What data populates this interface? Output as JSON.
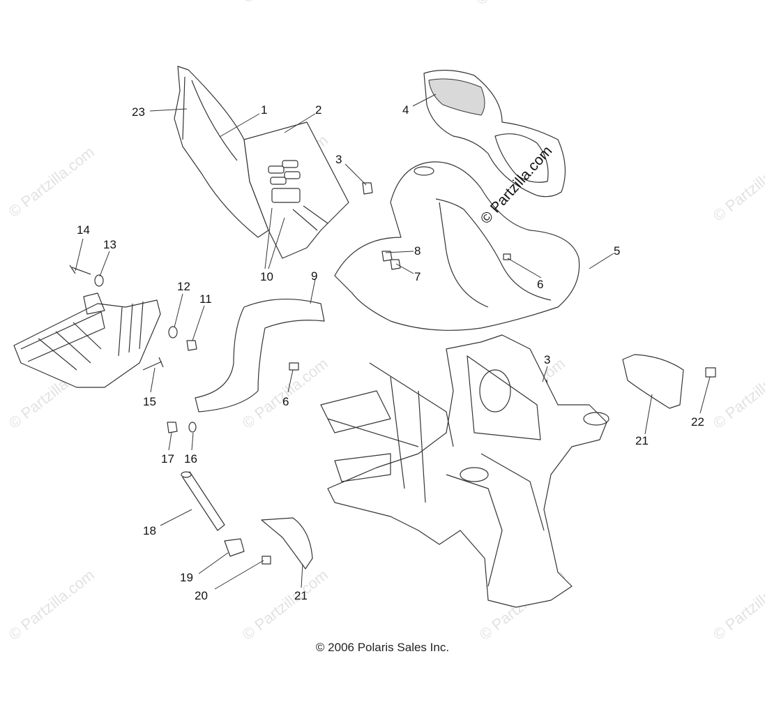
{
  "watermark": {
    "text": "© Partzilla.com",
    "main_text": "© Partzilla.com"
  },
  "callouts": {
    "c1": "1",
    "c2": "2",
    "c3a": "3",
    "c3b": "3",
    "c4": "4",
    "c5": "5",
    "c6a": "6",
    "c6b": "6",
    "c7": "7",
    "c8": "8",
    "c9": "9",
    "c10": "10",
    "c11": "11",
    "c12": "12",
    "c13": "13",
    "c14": "14",
    "c15": "15",
    "c16": "16",
    "c17": "17",
    "c18": "18",
    "c19": "19",
    "c20": "20",
    "c21a": "21",
    "c21b": "21",
    "c22": "22",
    "c23": "23"
  },
  "footer": {
    "copyright": "© 2006 Polaris Sales Inc."
  },
  "colors": {
    "line": "#333333",
    "watermark": "#e2e2e2"
  }
}
